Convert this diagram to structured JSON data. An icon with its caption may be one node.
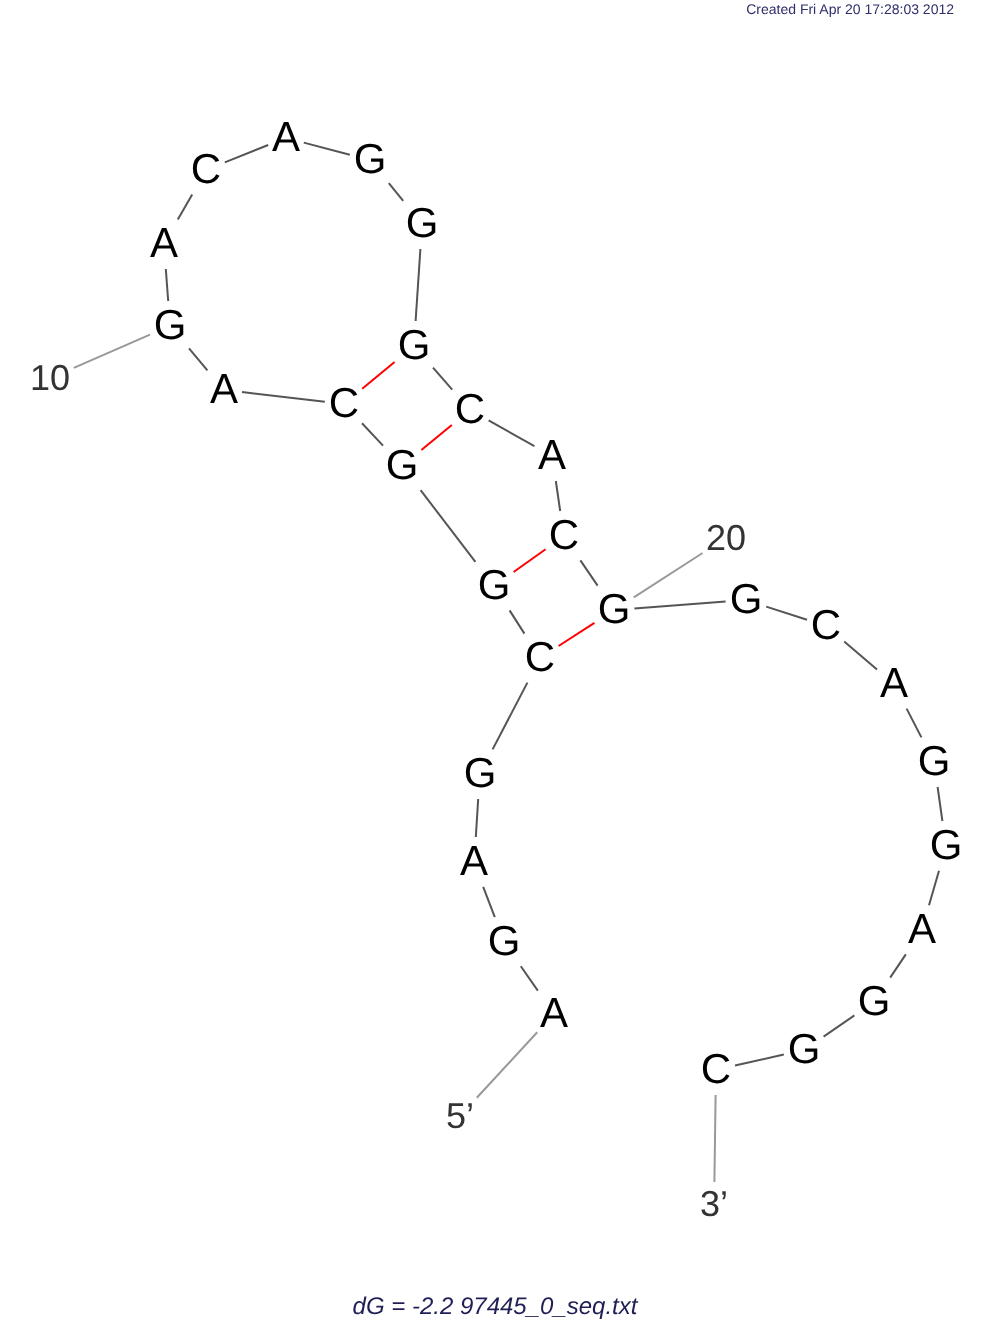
{
  "diagram": {
    "caption": "dG = -2.2 97445_0_seq.txt",
    "nodes": [
      {
        "text": [
          "A"
        ]
      },
      {
        "text": [
          "G"
        ]
      },
      {
        "text": [
          "A"
        ]
      },
      {
        "text": [
          "G"
        ]
      },
      {
        "text": [
          "C"
        ]
      },
      {
        "text": [
          "G"
        ]
      },
      {
        "text": [
          "G"
        ]
      },
      {
        "text": [
          "C"
        ]
      },
      {
        "text": [
          "A"
        ]
      },
      {
        "text": [
          "G"
        ]
      },
      {
        "text": [
          "A"
        ]
      },
      {
        "text": [
          "C"
        ]
      },
      {
        "text": [
          "A"
        ]
      },
      {
        "text": [
          "G"
        ]
      },
      {
        "text": [
          "G"
        ]
      },
      {
        "text": [
          "G"
        ]
      },
      {
        "text": [
          "C"
        ]
      },
      {
        "text": [
          "A"
        ]
      },
      {
        "text": [
          "C"
        ]
      },
      {
        "text": [
          "G"
        ]
      },
      {
        "text": [
          "G"
        ]
      },
      {
        "text": [
          "C"
        ]
      },
      {
        "text": [
          "A"
        ]
      },
      {
        "text": [
          "G"
        ]
      },
      {
        "text": [
          "G"
        ]
      },
      {
        "text": [
          "A"
        ]
      },
      {
        "text": [
          "G"
        ]
      },
      {
        "text": [
          "G"
        ]
      },
      {
        "text": [
          "C"
        ]
      },
      {
        "text": [
          "10"
        ]
      },
      {
        "text": [
          "20"
        ]
      },
      {
        "text": [
          "5’"
        ]
      },
      {
        "text": [
          "3’"
        ]
      }
    ],
    "edges": [
      {
        "from": 0,
        "to": 1,
        "arrow": "none"
      },
      {
        "from": 1,
        "to": 2,
        "arrow": "none"
      },
      {
        "from": 2,
        "to": 3,
        "arrow": "none"
      },
      {
        "from": 3,
        "to": 4,
        "arrow": "none"
      },
      {
        "from": 4,
        "to": 5,
        "arrow": "none"
      },
      {
        "from": 5,
        "to": 6,
        "arrow": "none"
      },
      {
        "from": 6,
        "to": 7,
        "arrow": "none"
      },
      {
        "from": 7,
        "to": 8,
        "arrow": "none"
      },
      {
        "from": 8,
        "to": 9,
        "arrow": "none"
      },
      {
        "from": 9,
        "to": 10,
        "arrow": "none"
      },
      {
        "from": 10,
        "to": 11,
        "arrow": "none"
      },
      {
        "from": 11,
        "to": 12,
        "arrow": "none"
      },
      {
        "from": 12,
        "to": 13,
        "arrow": "none"
      },
      {
        "from": 13,
        "to": 14,
        "arrow": "none"
      },
      {
        "from": 14,
        "to": 15,
        "arrow": "none"
      },
      {
        "from": 15,
        "to": 16,
        "arrow": "none"
      },
      {
        "from": 16,
        "to": 17,
        "arrow": "none"
      },
      {
        "from": 17,
        "to": 18,
        "arrow": "none"
      },
      {
        "from": 18,
        "to": 19,
        "arrow": "none"
      },
      {
        "from": 19,
        "to": 20,
        "arrow": "none"
      },
      {
        "from": 20,
        "to": 21,
        "arrow": "none"
      },
      {
        "from": 21,
        "to": 22,
        "arrow": "none"
      },
      {
        "from": 22,
        "to": 23,
        "arrow": "none"
      },
      {
        "from": 23,
        "to": 24,
        "arrow": "none"
      },
      {
        "from": 24,
        "to": 25,
        "arrow": "none"
      },
      {
        "from": 25,
        "to": 26,
        "arrow": "none"
      },
      {
        "from": 26,
        "to": 27,
        "arrow": "none"
      },
      {
        "from": 27,
        "to": 28,
        "arrow": "none"
      },
      {
        "from": 4,
        "to": 19,
        "arrow": "none",
        "color": "#ff0000"
      },
      {
        "from": 5,
        "to": 18,
        "arrow": "none",
        "color": "#ff0000"
      },
      {
        "from": 6,
        "to": 16,
        "arrow": "none",
        "color": "#ff0000"
      },
      {
        "from": 7,
        "to": 15,
        "arrow": "none",
        "color": "#ff0000"
      },
      {
        "from": 29,
        "to": 9,
        "arrow": "none",
        "color": "#999999"
      },
      {
        "from": 30,
        "to": 19,
        "arrow": "none",
        "color": "#999999"
      },
      {
        "from": 31,
        "to": 0,
        "arrow": "none",
        "color": "#999999"
      },
      {
        "from": 32,
        "to": 28,
        "arrow": "none",
        "color": "#999999"
      }
    ],
    "labels": [
      "Created Fri Apr 20 17:28:03 2012"
    ]
  }
}
